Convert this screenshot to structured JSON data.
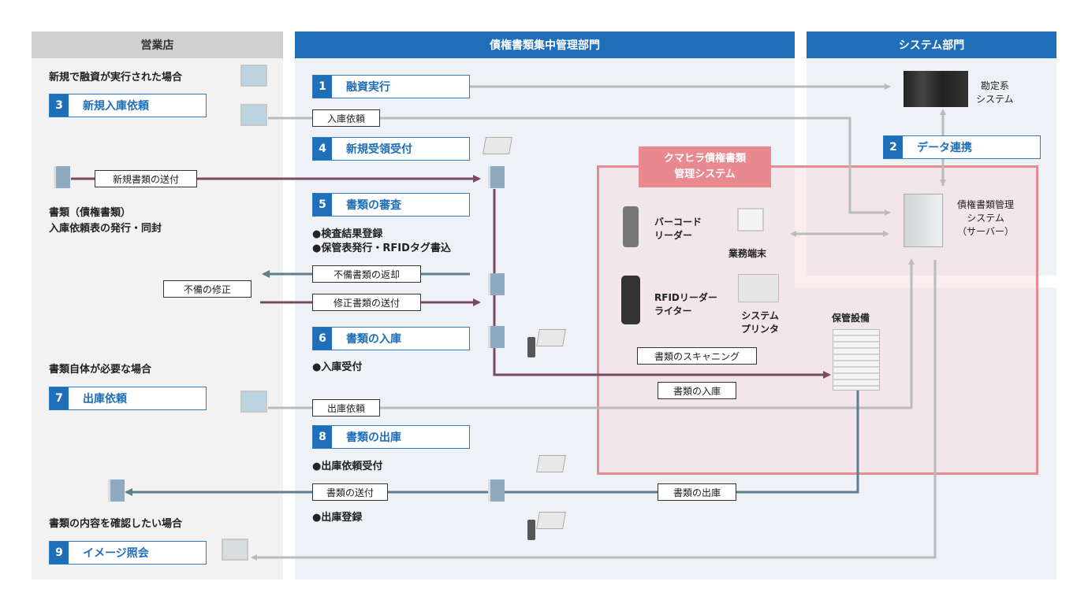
{
  "columns": {
    "branch": "営業店",
    "central": "債権書類集中管理部門",
    "system": "システム部門"
  },
  "kumahira_box": {
    "line1": "クマヒラ債権書類",
    "line2": "管理システム"
  },
  "steps": [
    {
      "num": "1",
      "label": "融資実行"
    },
    {
      "num": "2",
      "label": "データ連携"
    },
    {
      "num": "3",
      "label": "新規入庫依頼"
    },
    {
      "num": "4",
      "label": "新規受領受付"
    },
    {
      "num": "5",
      "label": "書類の審査"
    },
    {
      "num": "6",
      "label": "書類の入庫"
    },
    {
      "num": "7",
      "label": "出庫依頼"
    },
    {
      "num": "8",
      "label": "書類の出庫"
    },
    {
      "num": "9",
      "label": "イメージ照会"
    }
  ],
  "texts": {
    "new_loan": "新規で融資が実行された場合",
    "docs_line1": "書類（債権書類）",
    "docs_line2": "入庫依頼表の発行・同封",
    "inspect1": "●検査結果登録",
    "inspect2": "●保管表発行・RFIDタグ書込",
    "receive": "●入庫受付",
    "need_docs": "書類自体が必要な場合",
    "out_req_accept": "●出庫依頼受付",
    "out_register": "●出庫登録",
    "confirm": "書類の内容を確認したい場合"
  },
  "tags": {
    "nyuko_irai": "入庫依頼",
    "new_docs_send": "新規書類の送付",
    "defect_return": "不備書類の返却",
    "defect_fix": "不備の修正",
    "fixed_send": "修正書類の送付",
    "scanning": "書類のスキャニング",
    "doc_in": "書類の入庫",
    "shukko_irai": "出庫依頼",
    "doc_send": "書類の送付",
    "doc_out": "書類の出庫"
  },
  "devices": {
    "accounting": "勘定系\nシステム",
    "server": "債権書類管理\nシステム\n（サーバー）",
    "barcode": "バーコード\nリーダー",
    "rfid": "RFIDリーダー\nライター",
    "terminal": "業務端末",
    "printer": "システム\nプリンタ",
    "storage": "保管設備"
  },
  "colors": {
    "blue": "#1f6fb8",
    "gray_arrow": "#b9bbbd",
    "purple_arrow": "#7a4a63",
    "slate_arrow": "#5f7f8f",
    "pink_border": "#e58b92",
    "pink_head": "#e8898f"
  }
}
